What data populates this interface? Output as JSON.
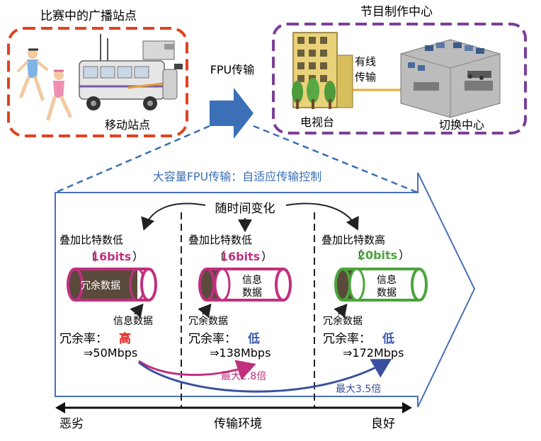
{
  "top": {
    "broadcast_site_title": "比赛中的广播站点",
    "mobile_station_label": "移动站点",
    "fpu_transmission_label": "FPU传输",
    "production_center_title": "节目制作中心",
    "wired_line_1": "有线",
    "wired_line_2": "传输",
    "tv_station_label": "电视台",
    "switching_center_label": "切换中心"
  },
  "panel": {
    "title": "大容量FPU传输：自适应传输控制",
    "time_change_label": "随时间变化",
    "columns": [
      {
        "overlay_label": "叠加比特数低",
        "bits": "16bits",
        "redundancy_inside": "冗余数据",
        "info_pointer_label": "信息数据",
        "redundancy_rate_label": "冗余率：",
        "redundancy_rate_value": "高",
        "throughput": "⇒50Mbps"
      },
      {
        "overlay_label": "叠加比特数低",
        "bits": "16bits",
        "info_inside_1": "信息",
        "info_inside_2": "数据",
        "redundancy_pointer_label": "冗余数据",
        "redundancy_rate_label": "冗余率：",
        "redundancy_rate_value": "低",
        "throughput": "⇒138Mbps"
      },
      {
        "overlay_label": "叠加比特数高",
        "bits": "20bits",
        "info_inside_1": "信息",
        "info_inside_2": "数据",
        "redundancy_pointer_label": "冗余数据",
        "redundancy_rate_label": "冗余率：",
        "redundancy_rate_value": "低",
        "throughput": "⇒172Mbps"
      }
    ],
    "gain_max_1": "最大2.8倍",
    "gain_max_2": "最大3.5倍"
  },
  "axis": {
    "left_label": "恶劣",
    "center_label": "传输环境",
    "right_label": "良好"
  },
  "colors": {
    "red_dash": "#e0421f",
    "purple_dash": "#7b3f98",
    "panel_blue": "#4a6fb5",
    "fpu_arrow": "#3b6fb6",
    "magenta": "#c0307e",
    "green": "#4aa53a",
    "navy_arrow": "#3a4fa0",
    "brown": "#5a4a3c",
    "high_red": "#e0201a",
    "low_blue": "#3b58b0"
  }
}
